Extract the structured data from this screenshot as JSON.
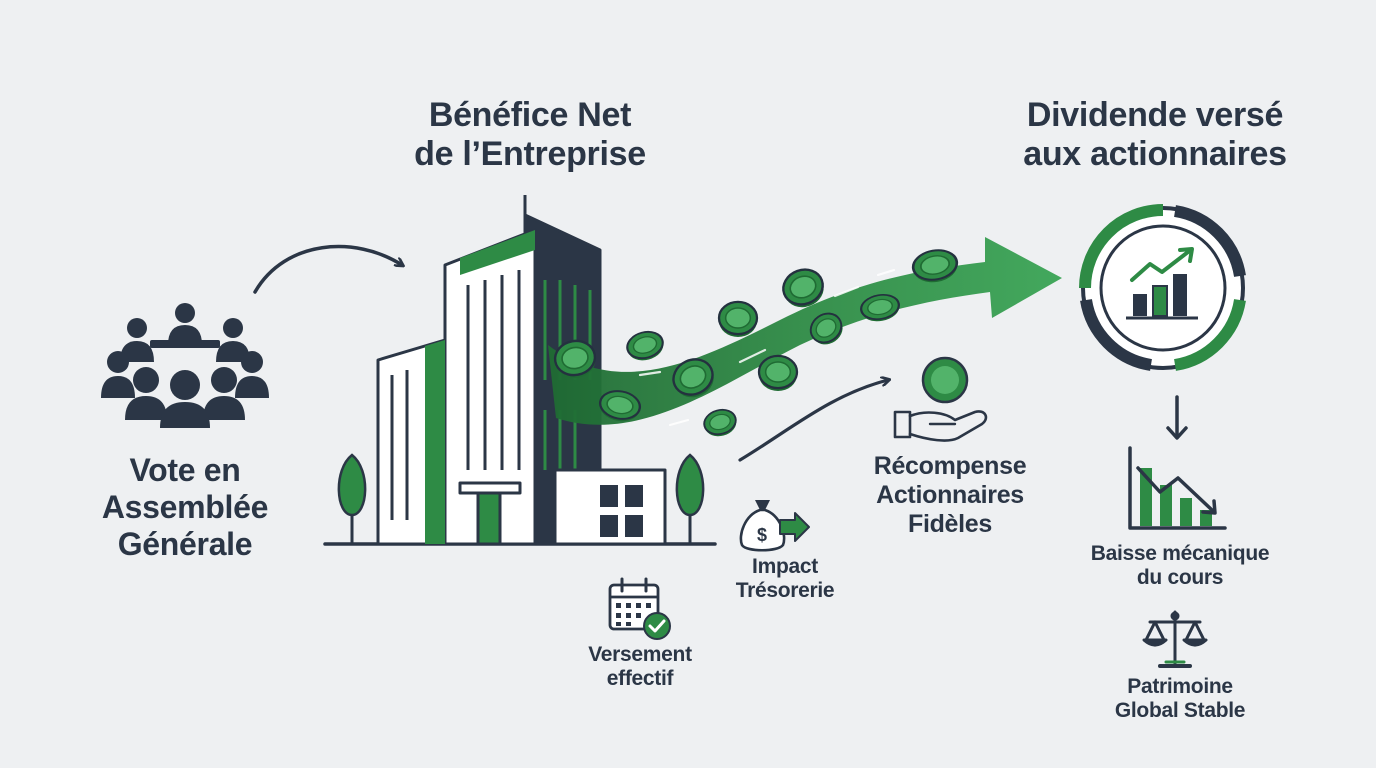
{
  "colors": {
    "background": "#eef0f2",
    "dark": "#2b3646",
    "green": "#2e8b45",
    "green_dark": "#1f6b33",
    "green_light": "#52b36a"
  },
  "icons": [
    "meeting-people-icon",
    "building-icon",
    "tree-icon",
    "coin-icon",
    "green-flow-arrow",
    "circular-chart-icon",
    "hand-coin-icon",
    "money-bag-icon",
    "calendar-check-icon",
    "down-arrow-icon",
    "declining-bar-chart-icon",
    "balance-scale-icon"
  ],
  "labels": {
    "vote": [
      "Vote en",
      "Assemblée",
      "Générale"
    ],
    "benefice": [
      "Bénéfice Net",
      "de l’Entreprise"
    ],
    "dividende": [
      "Dividende versé",
      "aux actionnaires"
    ],
    "recompense": [
      "Récompense",
      "Actionnaires",
      "Fidèles"
    ],
    "impact": [
      "Impact",
      "Trésorerie"
    ],
    "versement": [
      "Versement",
      "effectif"
    ],
    "baisse": [
      "Baisse mécanique",
      "du cours"
    ],
    "patrimoine": [
      "Patrimoine",
      "Global Stable"
    ]
  },
  "money_bag_symbol": "$"
}
